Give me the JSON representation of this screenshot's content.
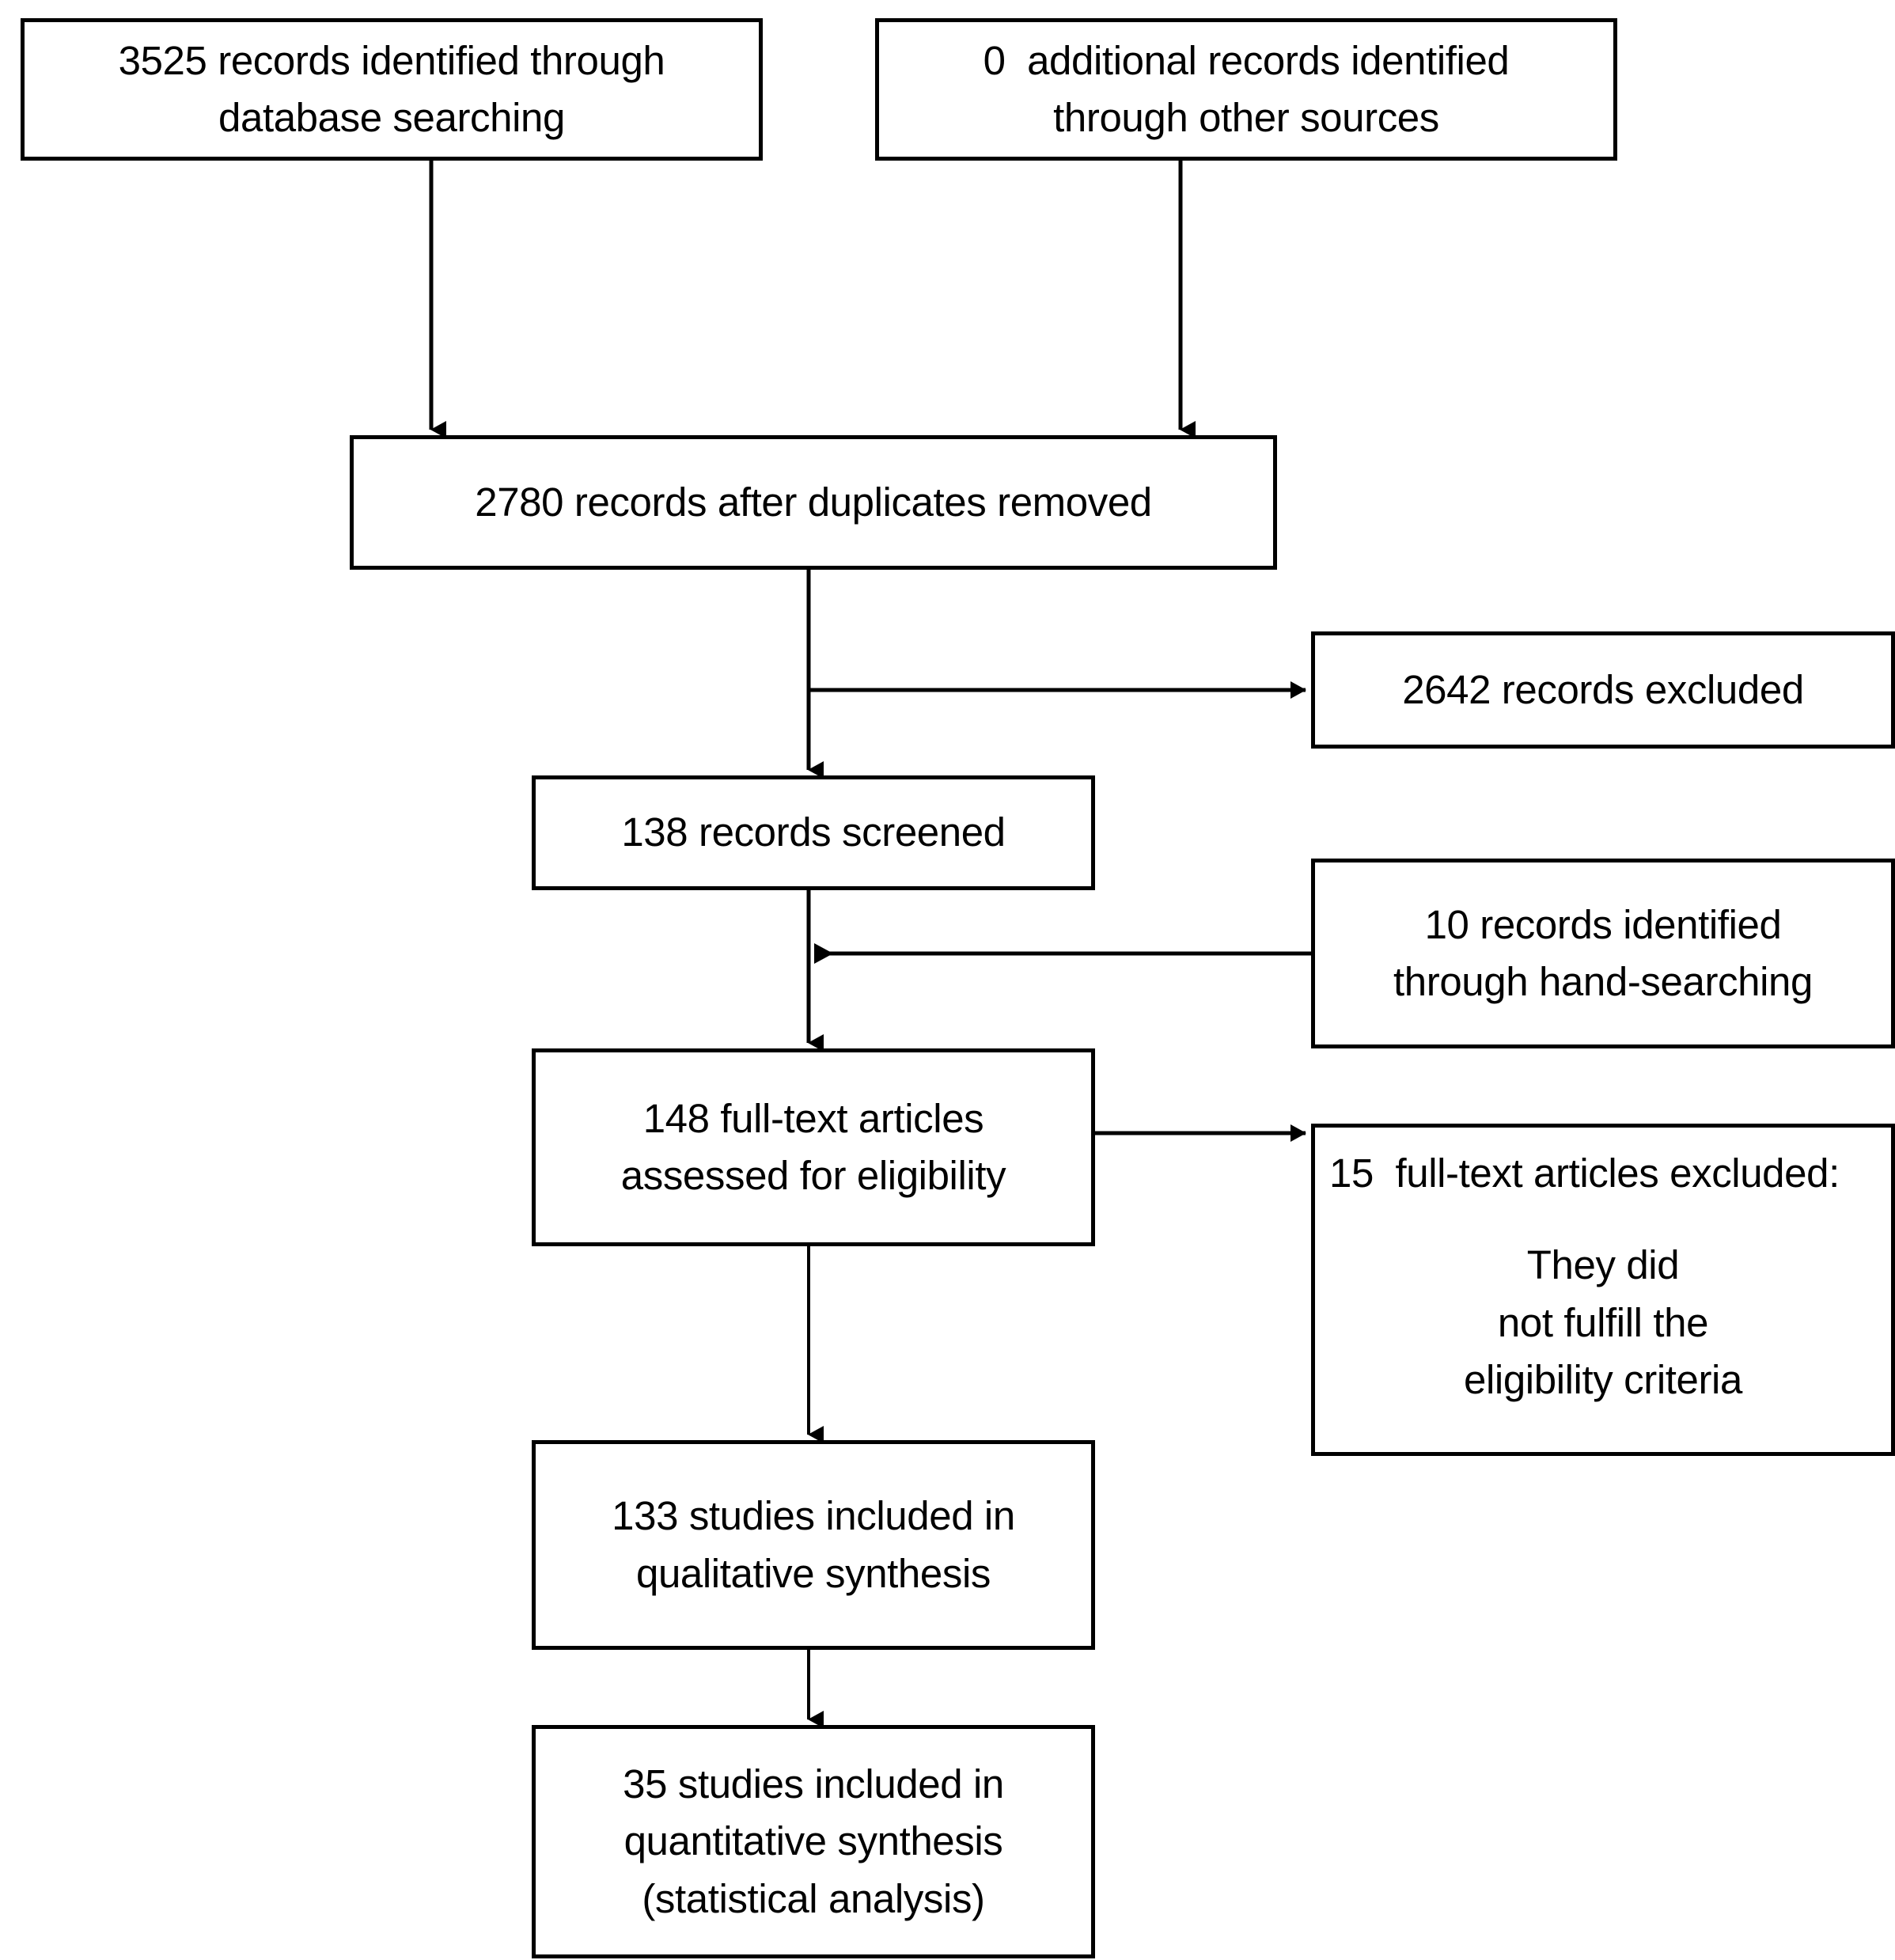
{
  "diagram": {
    "type": "prisma-flow-diagram",
    "colors": {
      "border": "#000000",
      "background": "#ffffff",
      "text": "#000000",
      "connector": "#000000"
    },
    "boxes": [
      {
        "id": "db-search",
        "name": "records-identified-database-searching",
        "lines": [
          "3525 records identified through",
          "database searching"
        ],
        "count": 3525
      },
      {
        "id": "other-sources",
        "name": "additional-records-other-sources",
        "lines": [
          "0  additional records identified",
          "through other sources"
        ],
        "count": 0
      },
      {
        "id": "duplicates",
        "name": "records-after-duplicates-removed",
        "lines": [
          "2780 records after duplicates removed"
        ],
        "count": 2780
      },
      {
        "id": "excluded",
        "name": "records-excluded",
        "lines": [
          "2642 records excluded"
        ],
        "count": 2642
      },
      {
        "id": "screened",
        "name": "records-screened",
        "lines": [
          "138 records screened"
        ],
        "count": 138
      },
      {
        "id": "handsearch",
        "name": "records-identified-hand-searching",
        "lines": [
          "10 records identified",
          "through hand-searching"
        ],
        "count": 10
      },
      {
        "id": "fulltext",
        "name": "full-text-articles-assessed",
        "lines": [
          "148 full-text articles",
          "assessed for eligibility"
        ],
        "count": 148
      },
      {
        "id": "ft-excluded",
        "name": "full-text-articles-excluded",
        "header": "15  full-text articles excluded:",
        "lines": [
          "They did",
          "not fulfill the",
          "eligibility criteria"
        ],
        "count": 15
      },
      {
        "id": "qualitative",
        "name": "studies-included-qualitative-synthesis",
        "lines": [
          "133 studies included in",
          "qualitative synthesis"
        ],
        "count": 133
      },
      {
        "id": "quantitative",
        "name": "studies-included-quantitative-synthesis",
        "lines": [
          "35 studies included in",
          "quantitative synthesis",
          "(statistical analysis)"
        ],
        "count": 35
      }
    ],
    "connectors": [
      {
        "from": "db-search",
        "to": "duplicates",
        "direction": "down"
      },
      {
        "from": "other-sources",
        "to": "duplicates",
        "direction": "down"
      },
      {
        "from": "duplicates",
        "to": "excluded",
        "direction": "right"
      },
      {
        "from": "duplicates",
        "to": "screened",
        "direction": "down"
      },
      {
        "from": "handsearch",
        "to": "screened-to-fulltext",
        "direction": "left"
      },
      {
        "from": "screened",
        "to": "fulltext",
        "direction": "down"
      },
      {
        "from": "fulltext",
        "to": "ft-excluded",
        "direction": "right"
      },
      {
        "from": "fulltext",
        "to": "qualitative",
        "direction": "down"
      },
      {
        "from": "qualitative",
        "to": "quantitative",
        "direction": "down"
      }
    ]
  },
  "text": {
    "db_search_l1": "3525 records identified through",
    "db_search_l2": "database searching",
    "other_sources_l1": "0  additional records identified",
    "other_sources_l2": "through other sources",
    "duplicates_l1": "2780 records after duplicates removed",
    "excluded_l1": "2642 records excluded",
    "screened_l1": "138 records screened",
    "handsearch_l1": "10 records identified",
    "handsearch_l2": "through hand-searching",
    "fulltext_l1": "148 full-text articles",
    "fulltext_l2": "assessed for eligibility",
    "ft_excluded_header": "15  full-text articles excluded:",
    "ft_excluded_l1": "They did",
    "ft_excluded_l2": "not fulfill the",
    "ft_excluded_l3": "eligibility criteria",
    "qualitative_l1": "133 studies included in",
    "qualitative_l2": "qualitative synthesis",
    "quantitative_l1": "35 studies included in",
    "quantitative_l2": "quantitative synthesis",
    "quantitative_l3": "(statistical analysis)"
  }
}
